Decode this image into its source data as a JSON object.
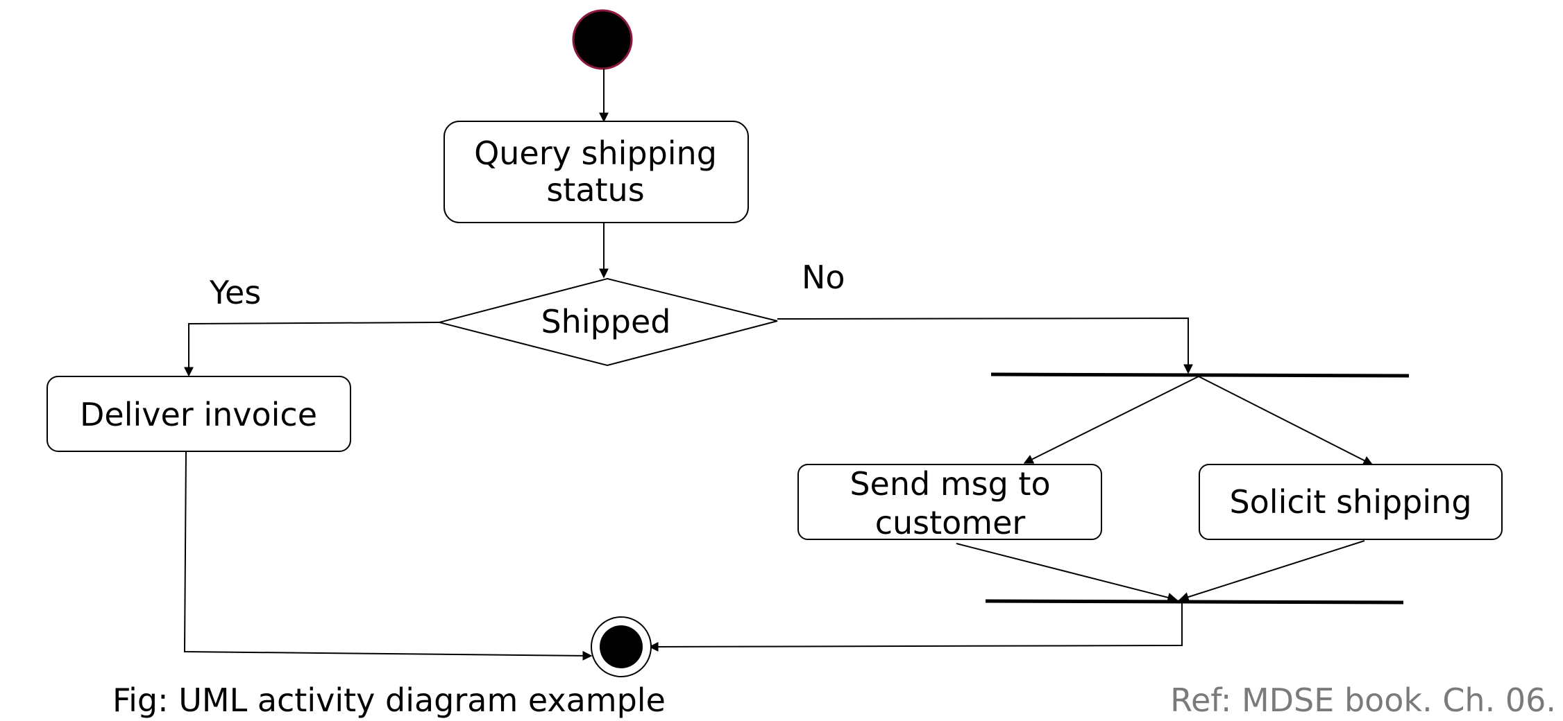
{
  "diagram": {
    "nodes": {
      "query_line1": "Query shipping",
      "query_line2": "status",
      "decision": "Shipped",
      "deliver_invoice": "Deliver invoice",
      "send_msg_line1": "Send msg to",
      "send_msg_line2": "customer",
      "solicit_shipping": "Solicit shipping"
    },
    "guards": {
      "yes": "Yes",
      "no": "No"
    },
    "colors": {
      "stroke": "#000000",
      "initial_node_border": "#8b1a3a",
      "caption_text": "#000000",
      "reference_text": "#7a7a7a"
    }
  },
  "caption": "Fig: UML activity diagram example",
  "reference": "Ref: MDSE book. Ch. 06."
}
